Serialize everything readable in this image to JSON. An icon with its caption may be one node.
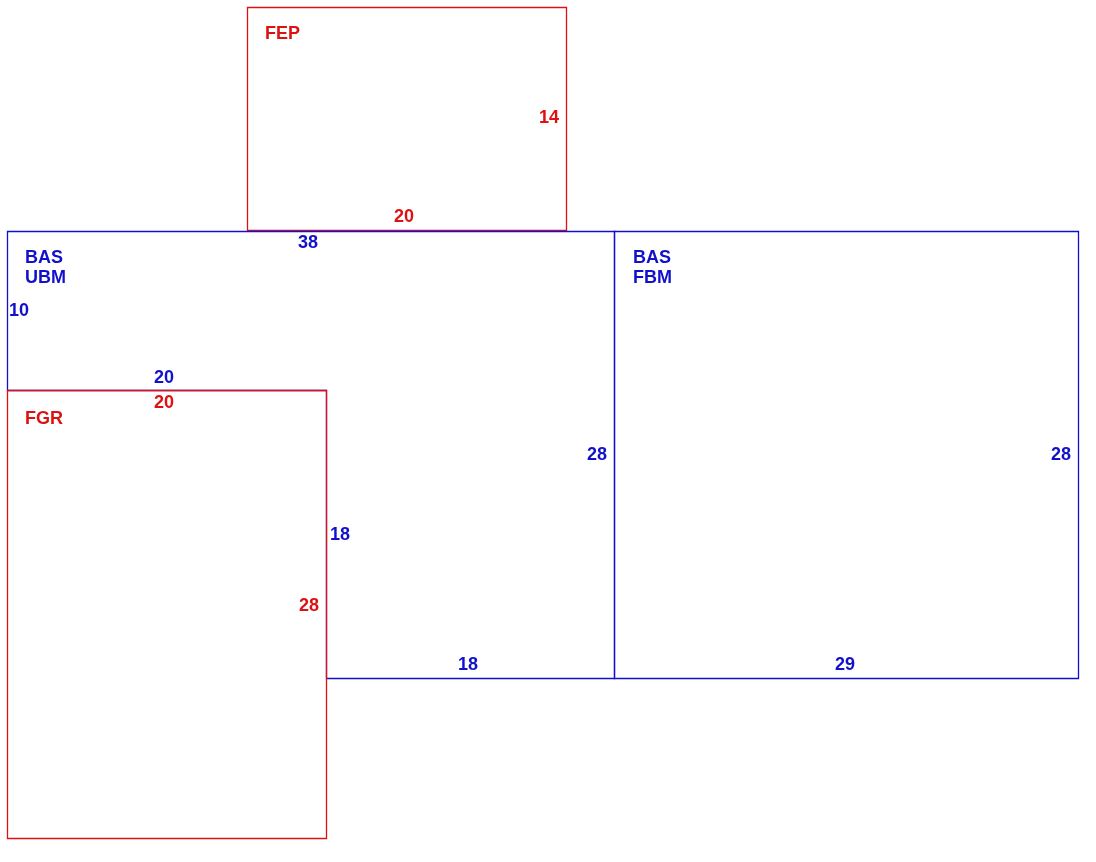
{
  "diagram": {
    "nodes": [
      {
        "text": [
          "FEP",
          "14",
          "20"
        ]
      },
      {
        "text": [
          "BAS UBM",
          "38",
          "10",
          "20",
          "28",
          "18",
          "18"
        ]
      },
      {
        "text": [
          "BAS FBM",
          "28",
          "29"
        ]
      },
      {
        "text": [
          "FGR",
          "20",
          "28"
        ]
      }
    ]
  }
}
